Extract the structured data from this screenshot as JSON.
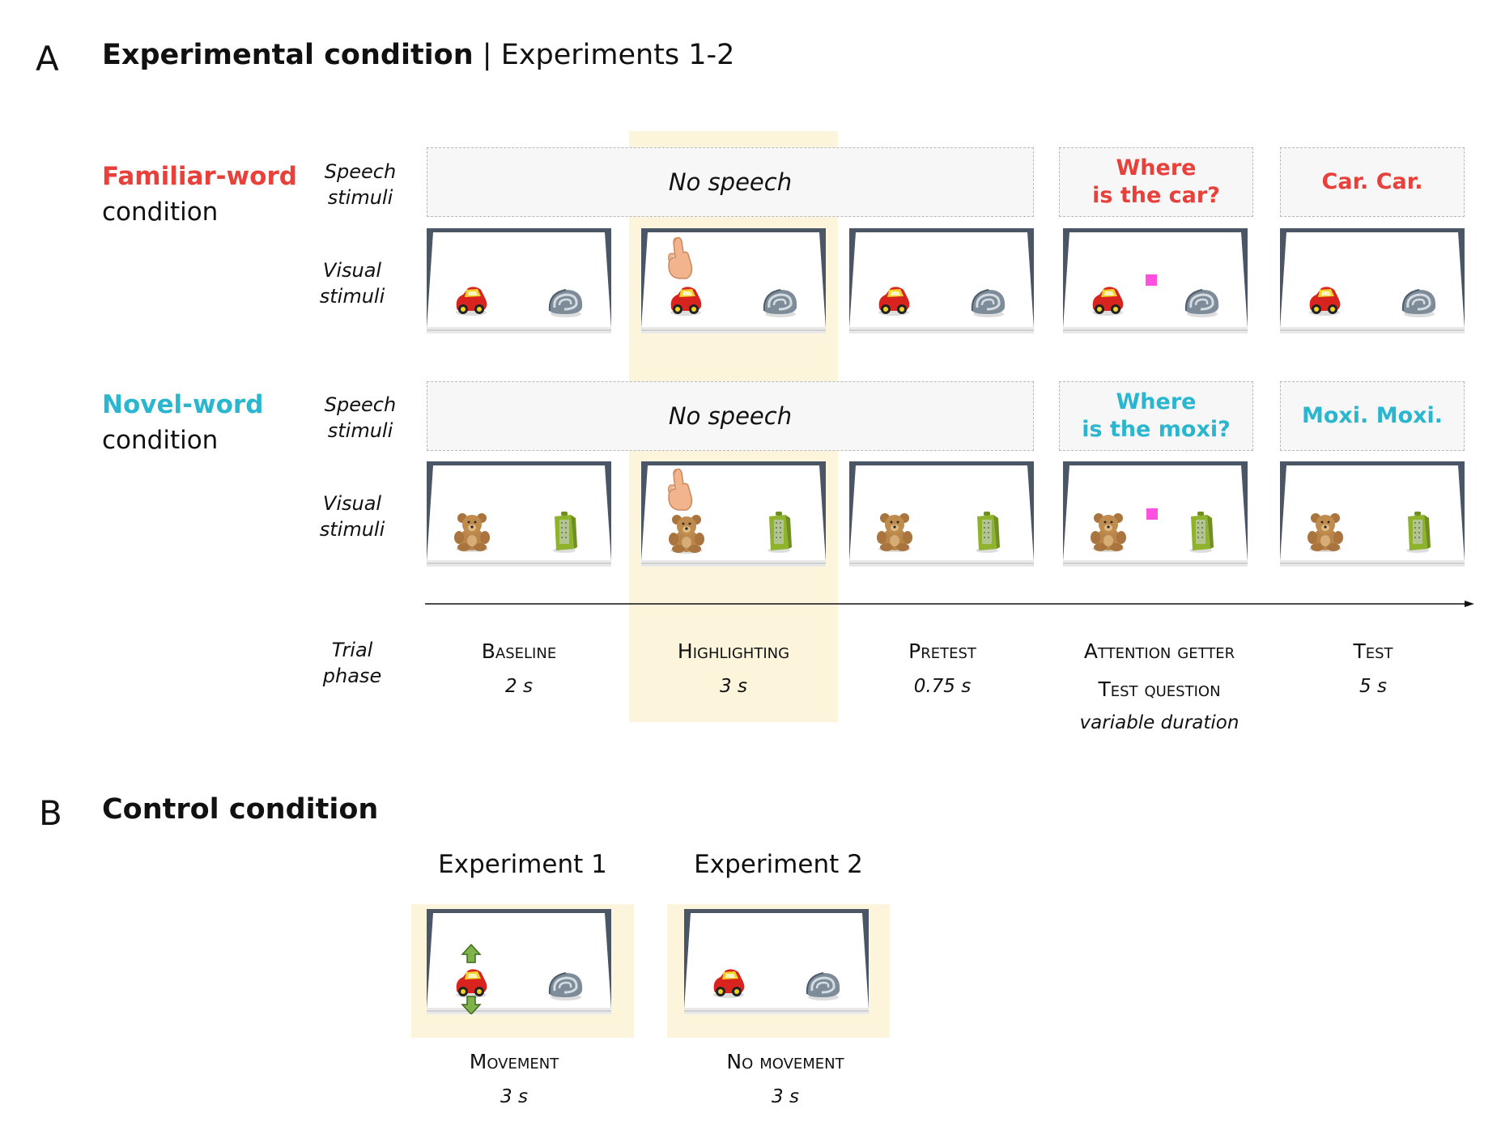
{
  "panel_a": {
    "letter": "A",
    "title_bold": "Experimental condition",
    "title_rest": "| Experiments 1-2"
  },
  "familiar": {
    "title_colored": "Familiar-word",
    "title_plain": "condition",
    "color": "#e8403a",
    "speech_label": [
      "Speech",
      "stimuli"
    ],
    "visual_label": [
      "Visual",
      "stimuli"
    ],
    "no_speech": "No speech",
    "question": [
      "Where",
      "is the car?"
    ],
    "test_word": "Car. Car."
  },
  "novel": {
    "title_colored": "Novel-word",
    "title_plain": "condition",
    "color": "#2bb6cf",
    "speech_label": [
      "Speech",
      "stimuli"
    ],
    "visual_label": [
      "Visual",
      "stimuli"
    ],
    "no_speech": "No speech",
    "question": [
      "Where",
      "is the moxi?"
    ],
    "test_word": "Moxi. Moxi."
  },
  "trial_phase_label": [
    "Trial",
    "phase"
  ],
  "phases": [
    {
      "name": "Baseline",
      "time": "2 s"
    },
    {
      "name": "Highlighting",
      "time": "3 s"
    },
    {
      "name": "Pretest",
      "time": "0.75 s"
    },
    {
      "name": "Attention getter",
      "name2": "Test question",
      "time": "variable duration"
    },
    {
      "name": "Test",
      "time": "5 s"
    }
  ],
  "panel_b": {
    "letter": "B",
    "title": "Control condition",
    "experiments": [
      {
        "title": "Experiment 1",
        "label": "Movement",
        "time": "3 s"
      },
      {
        "title": "Experiment 2",
        "label": "No movement",
        "time": "3 s"
      }
    ]
  },
  "colors": {
    "highlight": "#fdf4dc",
    "screen_frame": "#4a5566",
    "attention_getter": "#ff4fe0",
    "arrow_green": "#7fb24a"
  },
  "icons": {
    "familiar_objects": [
      "toy-car-icon",
      "shell-icon"
    ],
    "novel_objects": [
      "teddy-bear-icon",
      "cheese-grater-icon"
    ],
    "pointer": "pointing-hand-icon"
  }
}
